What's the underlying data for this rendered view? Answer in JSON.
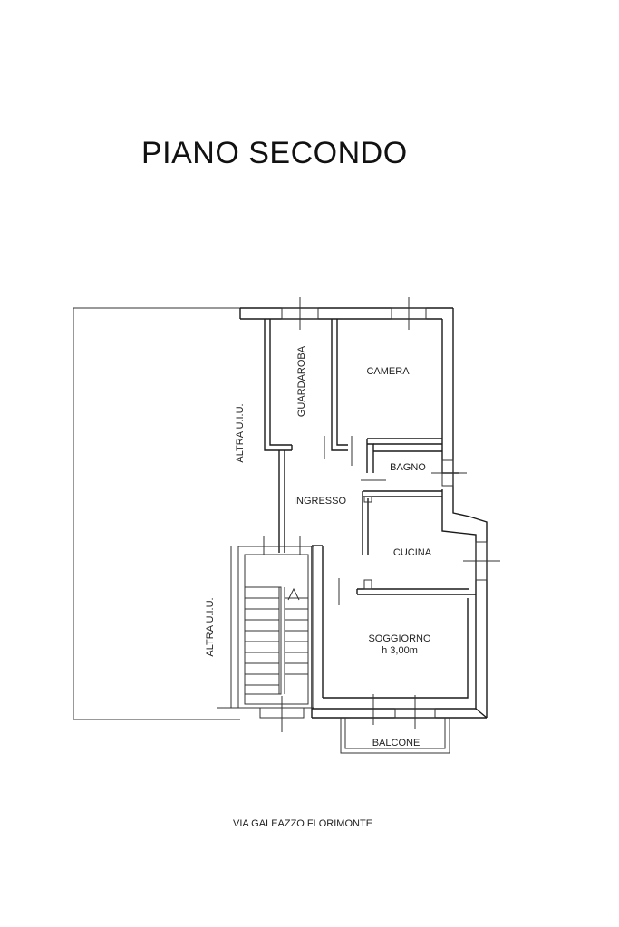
{
  "title": "PIANO SECONDO",
  "street": "VIA GALEAZZO FLORIMONTE",
  "rooms": {
    "guardaroba": "GUARDAROBA",
    "camera": "CAMERA",
    "bagno": "BAGNO",
    "ingresso": "INGRESSO",
    "cucina": "CUCINA",
    "soggiorno": "SOGGIORNO",
    "soggiorno_height": "h 3,00m",
    "balcone": "BALCONE"
  },
  "neighbors": {
    "upper": "ALTRA U.I.U.",
    "lower": "ALTRA U.I.U."
  },
  "colors": {
    "wall": "#1a1a1a",
    "line": "#333333",
    "background": "#ffffff"
  }
}
